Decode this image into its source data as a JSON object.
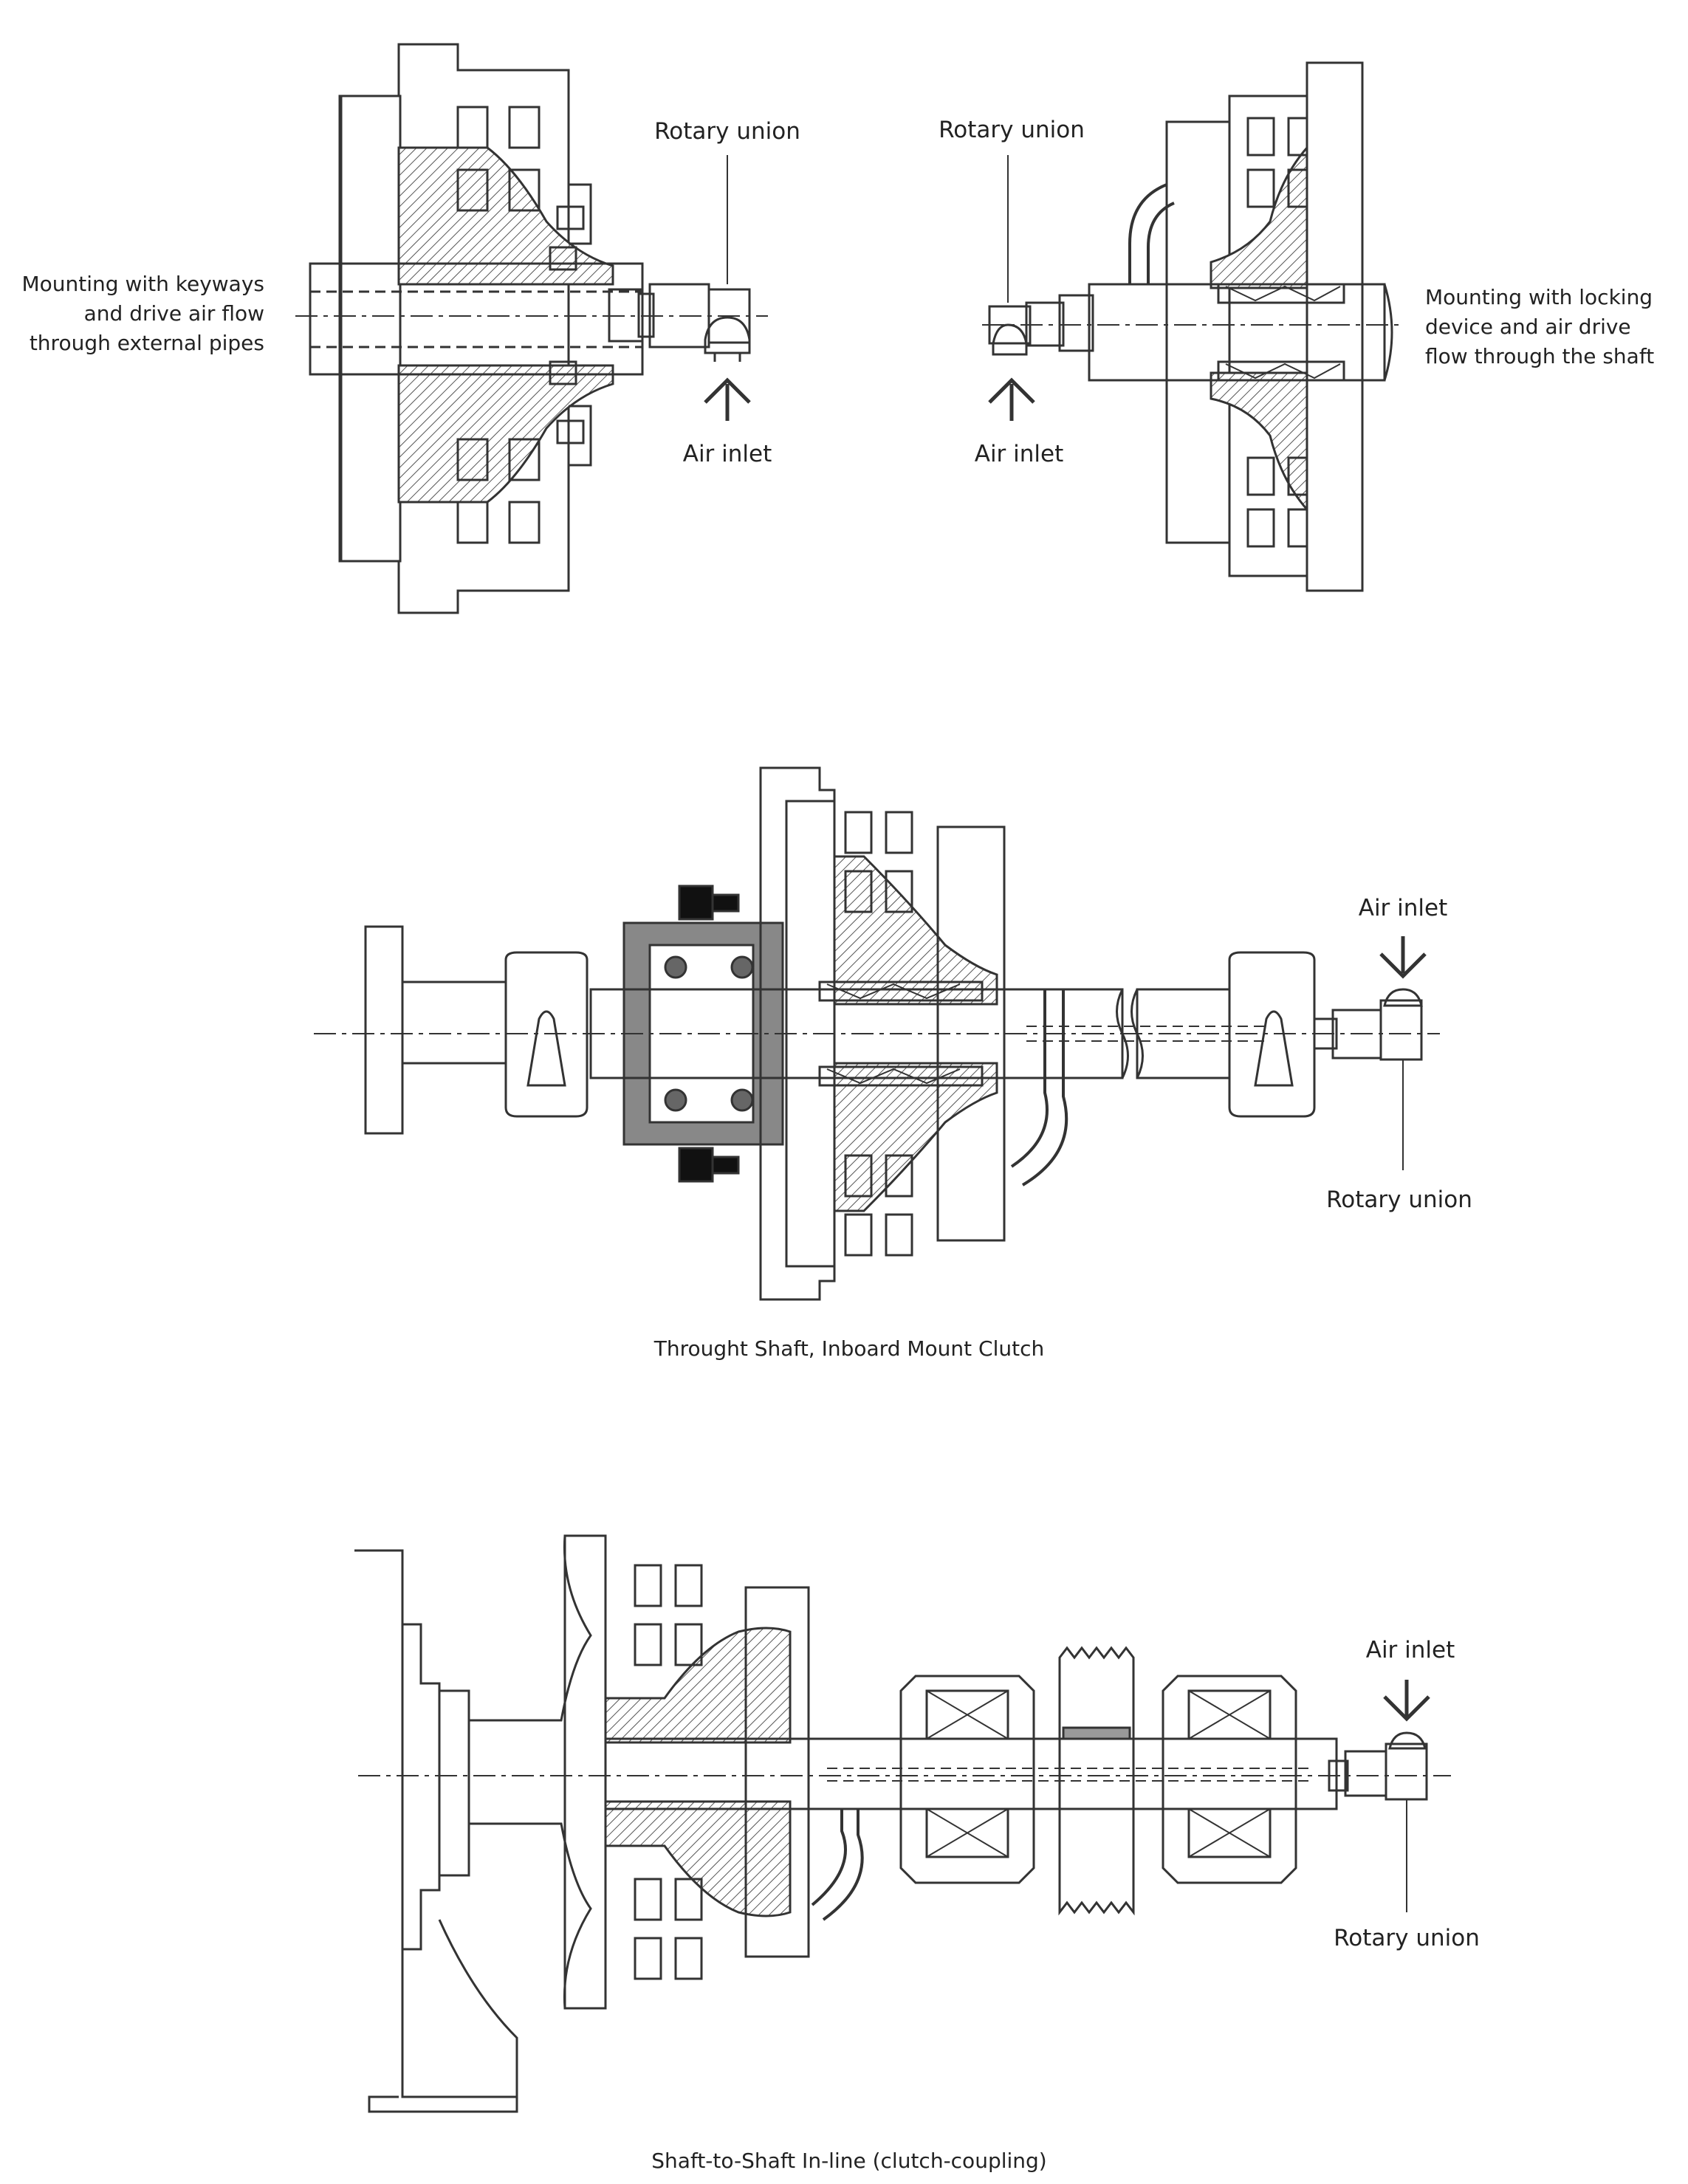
{
  "top_left": {
    "rotary_union": "Rotary union",
    "air_inlet": "Air inlet",
    "mounting_line1": "Mounting with keyways",
    "mounting_line2": "and drive air flow",
    "mounting_line3": "through external pipes"
  },
  "top_right": {
    "rotary_union": "Rotary union",
    "air_inlet": "Air inlet",
    "mounting_line1": "Mounting with locking",
    "mounting_line2": "device and air drive",
    "mounting_line3": "flow through the shaft"
  },
  "middle": {
    "air_inlet": "Air inlet",
    "rotary_union": "Rotary union",
    "caption": "Throught Shaft, Inboard Mount Clutch"
  },
  "bottom": {
    "air_inlet": "Air inlet",
    "rotary_union": "Rotary union",
    "caption": "Shaft-to-Shaft In-line (clutch-coupling)"
  }
}
